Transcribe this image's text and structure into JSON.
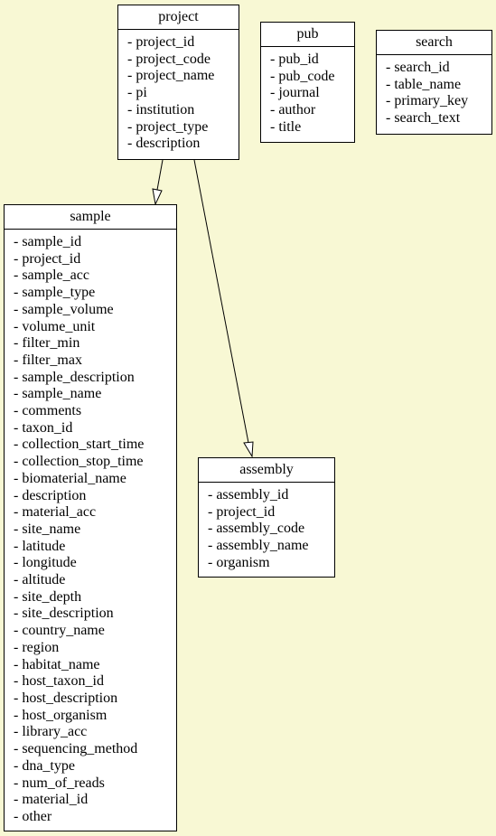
{
  "colors": {
    "background": "#f8f8d4",
    "box_fill": "#ffffff",
    "line": "#000000"
  },
  "entities": {
    "project": {
      "title": "project",
      "fields": [
        "- project_id",
        "- project_code",
        "- project_name",
        "- pi",
        "- institution",
        "- project_type",
        "- description"
      ]
    },
    "pub": {
      "title": "pub",
      "fields": [
        "- pub_id",
        "- pub_code",
        "- journal",
        "- author",
        "- title"
      ]
    },
    "search": {
      "title": "search",
      "fields": [
        "- search_id",
        "- table_name",
        "- primary_key",
        "- search_text"
      ]
    },
    "sample": {
      "title": "sample",
      "fields": [
        "- sample_id",
        "- project_id",
        "- sample_acc",
        "- sample_type",
        "- sample_volume",
        "- volume_unit",
        "- filter_min",
        "- filter_max",
        "- sample_description",
        "- sample_name",
        "- comments",
        "- taxon_id",
        "- collection_start_time",
        "- collection_stop_time",
        "- biomaterial_name",
        "- description",
        "- material_acc",
        "- site_name",
        "- latitude",
        "- longitude",
        "- altitude",
        "- site_depth",
        "- site_description",
        "- country_name",
        "- region",
        "- habitat_name",
        "- host_taxon_id",
        "- host_description",
        "- host_organism",
        "- library_acc",
        "- sequencing_method",
        "- dna_type",
        "- num_of_reads",
        "- material_id",
        "- other"
      ]
    },
    "assembly": {
      "title": "assembly",
      "fields": [
        "- assembly_id",
        "- project_id",
        "- assembly_code",
        "- assembly_name",
        "- organism"
      ]
    }
  },
  "edges": [
    {
      "from": "project",
      "to": "sample",
      "arrowhead": "open-triangle"
    },
    {
      "from": "project",
      "to": "assembly",
      "arrowhead": "open-triangle"
    }
  ]
}
